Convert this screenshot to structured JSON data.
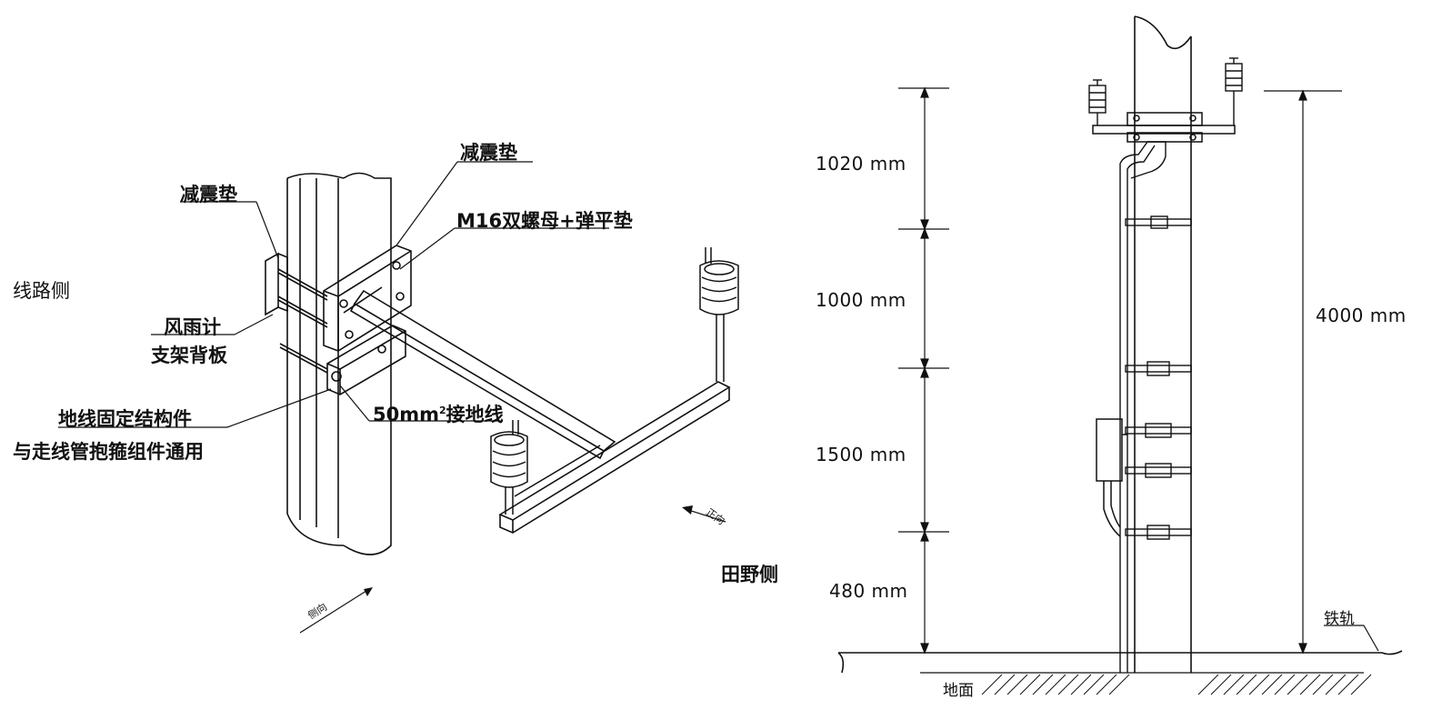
{
  "left_diagram": {
    "labels": {
      "damping_pad_left": "减震垫",
      "damping_pad_top": "减震垫",
      "bolt": "M16双螺母+弹平垫",
      "line_side": "线路侧",
      "gauge_backplate_1": "风雨计",
      "gauge_backplate_2": "支架背板",
      "ground_fixture_1": "地线固定结构件",
      "ground_fixture_2": "与走线管抱箍组件通用",
      "ground_wire_prefix": "50mm",
      "ground_wire_sup": "2",
      "ground_wire_suffix": "接地线",
      "field_side": "田野侧",
      "arrow_small_right": "正向",
      "arrow_small_left": "侧向"
    }
  },
  "right_diagram": {
    "dimensions": [
      "1020 mm",
      "1000 mm",
      "1500 mm",
      "480 mm"
    ],
    "total_height": "4000 mm",
    "rail": "铁轨",
    "ground": "地面"
  }
}
